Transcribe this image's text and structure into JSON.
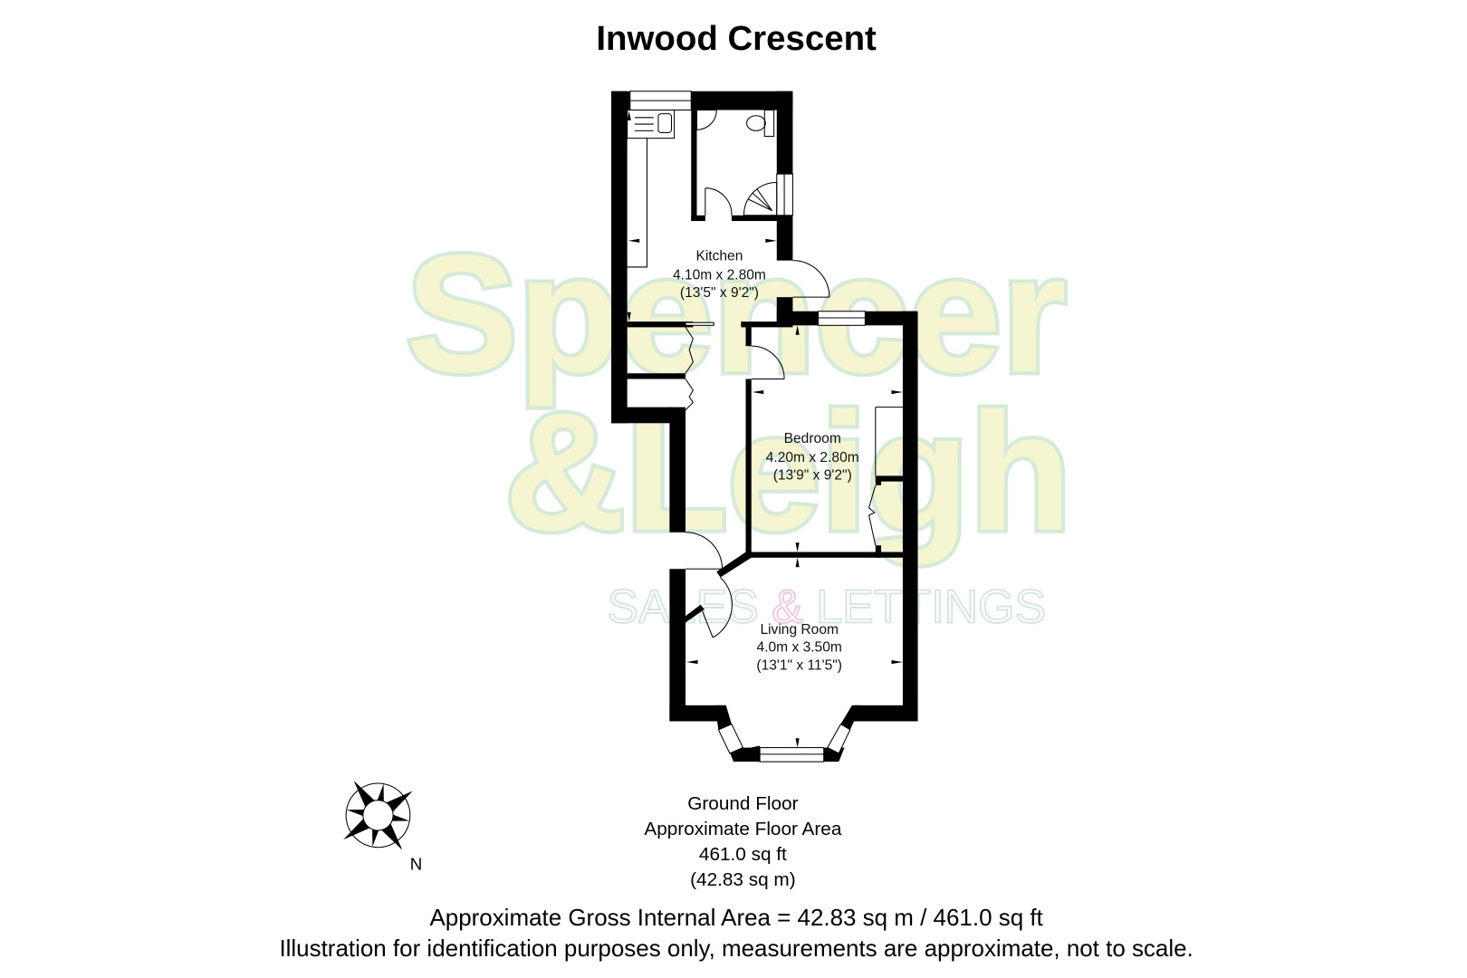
{
  "title": "Inwood Crescent",
  "watermark": {
    "line1": "Spencer",
    "line2": "&Leigh",
    "line3_part1": "SALES ",
    "line3_amp": "&",
    "line3_part2": " LETTINGS",
    "colors": {
      "fill": "#f5f5d2",
      "outline": "#d6ead8",
      "amp": "#f3bfe0"
    }
  },
  "rooms": [
    {
      "name": "Kitchen",
      "metric": "4.10m x 2.80m",
      "imperial": "(13'5\" x 9'2\")"
    },
    {
      "name": "Bedroom",
      "metric": "4.20m x 2.80m",
      "imperial": "(13'9\" x 9'2\")"
    },
    {
      "name": "Living Room",
      "metric": "4.0m x 3.50m",
      "imperial": "(13'1\" x 11'5\")"
    }
  ],
  "floor_summary": {
    "floor": "Ground Floor",
    "label": "Approximate Floor Area",
    "sq_ft": "461.0 sq ft",
    "sq_m": "(42.83 sq m)"
  },
  "compass": {
    "label": "N",
    "icon": "compass-rose-icon"
  },
  "footer": {
    "gross_area": "Approximate Gross Internal Area = 42.83 sq m / 461.0 sq ft",
    "disclaimer": "Illustration for identification purposes only, measurements are approximate, not to scale."
  }
}
